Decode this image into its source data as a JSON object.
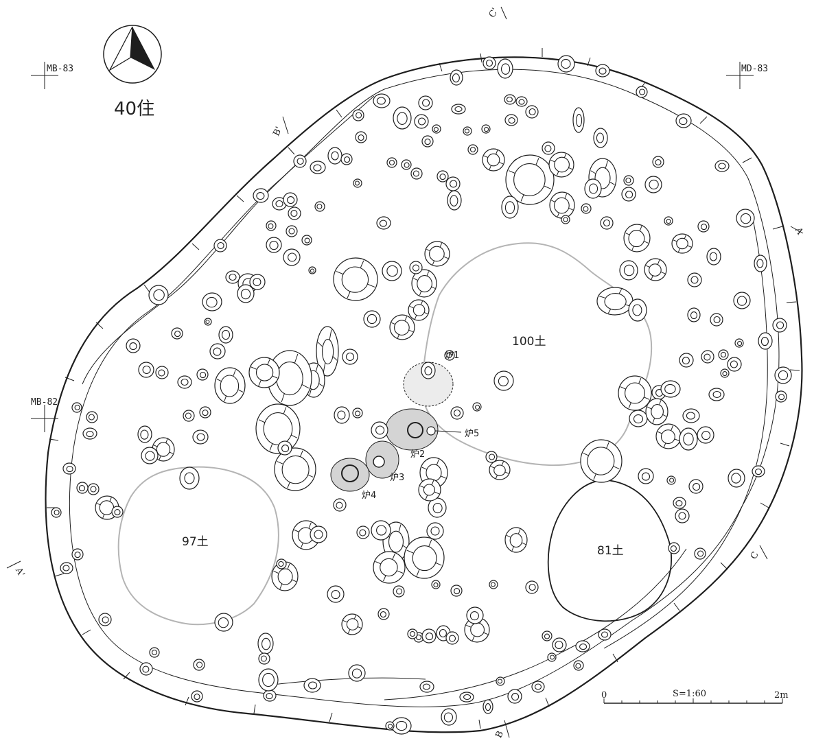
{
  "title": "40住",
  "grid_labels": {
    "mb83": "MB-83",
    "md83": "MD-83",
    "mb82": "MB-82"
  },
  "section_marks": {
    "c_top": "C'",
    "c_right": "C",
    "b_top": "B'",
    "b_bottom": "B",
    "a_right": "A",
    "a_left": "A'"
  },
  "features": {
    "pit_100": "100土",
    "pit_97": "97土",
    "pit_81": "81土",
    "hearth_1": "炉1",
    "hearth_2": "炉2",
    "hearth_3": "炉3",
    "hearth_4": "炉4",
    "hearth_5": "炉5"
  },
  "scale": {
    "zero": "0",
    "ratio": "S=1:60",
    "end": "2m"
  },
  "colors": {
    "ink": "#1e1e1e",
    "gray_outline": "#b4b4b4",
    "hearth_fill": "#d4d4d4"
  }
}
